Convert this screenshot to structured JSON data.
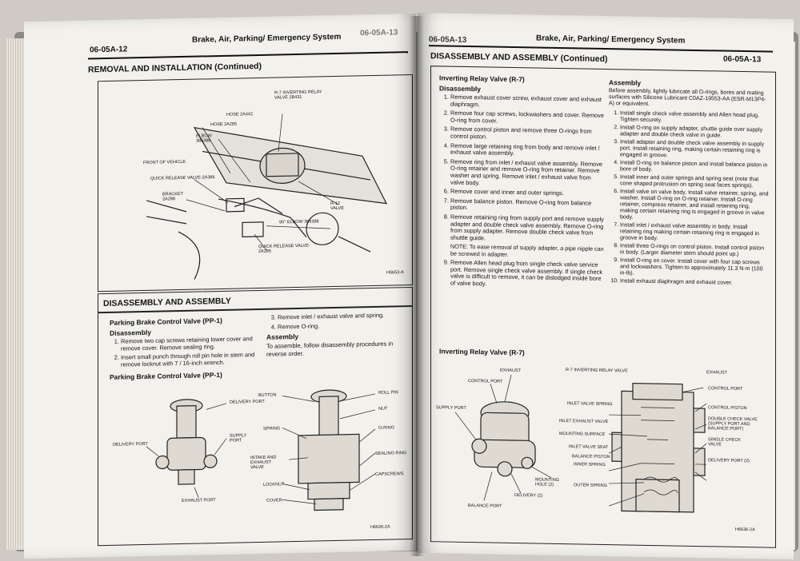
{
  "left_page": {
    "page_number": "06-05A-12",
    "header_title": "Brake, Air, Parking/ Emergency System",
    "ghost_header": "06-05A-13",
    "section_title": "REMOVAL AND INSTALLATION (Continued)",
    "diagram1": {
      "labels": {
        "front": "FRONT OF VEHICLE",
        "quick_release": "QUICK RELEASE VALVE-2A386",
        "bracket": "BRACKET 2A288",
        "elbow": "ELBOW 386388",
        "hose1": "HOSE 2A285",
        "hose2": "HOSE 2A442",
        "relay": "R-7 INVERTING RELAY VALVE 2B431",
        "r12": "R-12 VALVE",
        "elbow90": "90° ELBOW 386388",
        "quick_release2": "QUICK RELEASE VALVE-2A285",
        "fig_id": "H5653-A"
      }
    },
    "disassembly": {
      "title": "DISASSEMBLY AND ASSEMBLY",
      "subtitle": "Parking Brake Control Valve (PP-1)",
      "heading": "Disassembly",
      "steps_left": [
        "Remove two cap screws retaining lower cover and remove cover. Remove sealing ring.",
        "Insert small punch through roll pin hole in stem and remove locknut with 7 / 16-inch wrench."
      ],
      "steps_right": [
        "Remove inlet / exhaust valve and spring.",
        "Remove O-ring."
      ],
      "assembly_heading": "Assembly",
      "assembly_text": "To assemble, follow disassembly procedures in reverse order.",
      "fig_title": "Parking Brake Control Valve (PP-1)",
      "fig_labels": {
        "delivery_port": "DELIVERY PORT",
        "supply_port": "SUPPLY PORT",
        "delivery_port2": "DELIVERY PORT",
        "exhaust_port": "EXHAUST PORT",
        "button": "BUTTON",
        "spring": "SPRING",
        "intake": "INTAKE AND EXHAUST VALVE",
        "locknut": "LOCKNUT",
        "cover": "COVER",
        "roll_pin": "ROLL PIN",
        "nut": "NUT",
        "oring": "O-RING",
        "sealing_ring": "SEALING RING",
        "capscrews": "CAPSCREWS",
        "fig_id": "H6626-2A"
      }
    }
  },
  "right_page": {
    "page_number": "06-05A-13",
    "header_title": "Brake, Air, Parking/ Emergency System",
    "section_title": "DISASSEMBLY AND ASSEMBLY (Continued)",
    "relay_title": "Inverting Relay Valve (R-7)",
    "disassembly_heading": "Disassembly",
    "disassembly_steps": [
      "Remove exhaust cover screw, exhaust cover and exhaust diaphragm.",
      "Remove four cap screws, lockwashers and cover. Remove O-ring from cover.",
      "Remove control piston and remove three O-rings from control piston.",
      "Remove large retaining ring from body and remove inlet / exhaust valve assembly.",
      "Remove ring from inlet / exhaust valve assembly. Remove O-ring retainer and remove O-ring from retainer. Remove washer and spring. Remove inlet / exhaust valve from valve body.",
      "Remove cover and inner and outer springs.",
      "Remove balance piston. Remove O-ring from balance piston.",
      "Remove retaining ring from supply port and remove supply adapter and double check valve assembly. Remove O-ring from supply adapter. Remove double check valve from shuttle guide.",
      "Remove Allen head plug from single check valve service port. Remove single check valve assembly. If single check valve is difficult to remove, it can be dislodged inside bore of valve body."
    ],
    "note": "NOTE: To ease removal of supply adapter, a pipe nipple can be screwed in adapter.",
    "assembly_heading": "Assembly",
    "assembly_intro": "Before assembly, lightly lubricate all O-rings, bores and mating surfaces with Silicone Lubricant C0AZ-19553-AA (ESR-M13P4-A) or equivalent.",
    "assembly_steps": [
      "Install single check valve assembly and Allen head plug. Tighten securely.",
      "Install O-ring on supply adapter, shuttle guide over supply adapter and double check valve in guide.",
      "Install adapter and double check valve assembly in supply port. Install retaining ring, making certain retaining ring is engaged in groove.",
      "Install O-ring on balance piston and install balance piston in bore of body.",
      "Install inner and outer springs and spring seat (note that cone shaped protrusion on spring seat faces springs).",
      "Install valve on valve body. Install valve retainer, spring, and washer. Install O-ring on O-ring retainer. Install O-ring retainer, compress retainer, and install retaining ring, making certain retaining ring is engaged in groove in valve body.",
      "Install inlet / exhaust valve assembly in body. Install retaining ring making certain retaining ring is engaged in groove in body.",
      "Install three O-rings on control piston. Install control piston in body. (Larger diameter stem should point up.)",
      "Install O-ring on cover. Install cover with four cap screws and lockwashers. Tighten to approximately 11.3 N·m (100 in-lb).",
      "Install exhaust diaphragm and exhaust cover."
    ],
    "fig_title": "Inverting Relay Valve (R-7)",
    "fig_labels": {
      "exhaust": "EXHAUST",
      "control_port": "CONTROL PORT",
      "supply_port": "SUPPLY PORT",
      "mounting_hole": "MOUNTING HOLE (2)",
      "delivery": "DELIVERY (2)",
      "balance_port": "BALANCE PORT",
      "r7_title": "R-7 INVERTING RELAY VALVE",
      "exhaust2": "EXHAUST",
      "control_port2": "CONTROL PORT",
      "inlet_spring": "INLET VALVE SPRING",
      "control_piston": "CONTROL PISTON",
      "inlet_exhaust": "INLET EXHAUST VALVE",
      "double_check": "DOUBLE CHECK VALVE (SUPPLY PORT AND BALANCE PORT)",
      "mounting_surface": "MOUNTING SURFACE",
      "single_check": "SINGLE CHECK VALVE",
      "inlet_seat": "INLET VALVE SEAT",
      "balance_piston": "BALANCE PISTON",
      "delivery_port": "DELIVERY PORT (2)",
      "inner_spring": "INNER SPRING",
      "outer_spring": "OUTER SPRING",
      "fig_id": "H6636-2A"
    }
  }
}
